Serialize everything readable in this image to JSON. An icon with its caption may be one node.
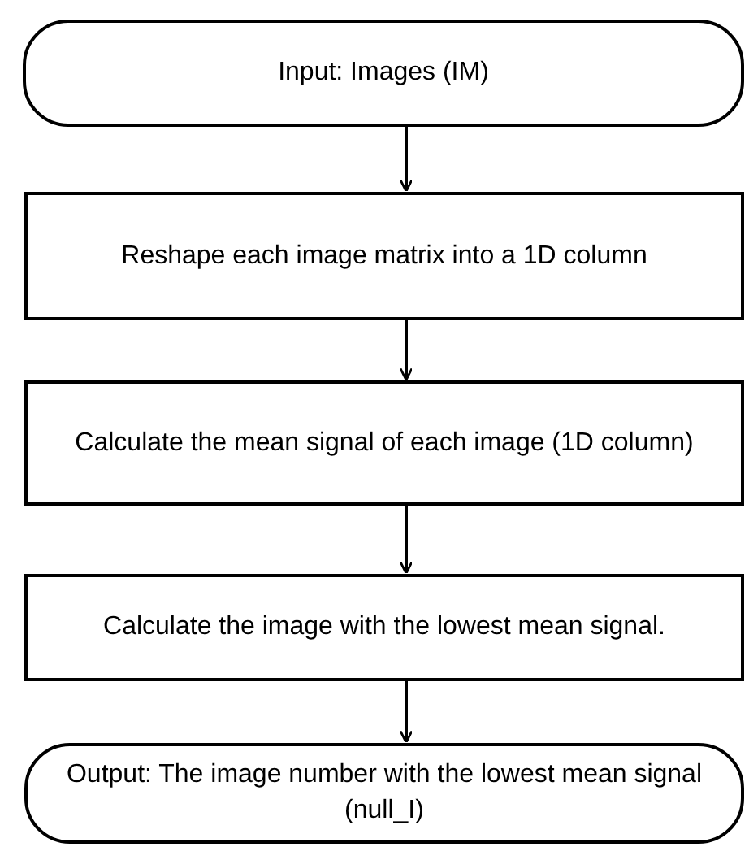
{
  "diagram": {
    "nodes": [
      {
        "text": [
          "Input: Images (IM)"
        ]
      },
      {
        "text": [
          "Reshape each image matrix into a 1D column"
        ]
      },
      {
        "text": [
          "Calculate the mean signal of each image (1D column)"
        ]
      },
      {
        "text": [
          "Calculate the image with the lowest mean signal."
        ]
      },
      {
        "text": [
          "Output: The image number with the lowest mean signal (null_I)"
        ]
      }
    ],
    "edges": [
      {
        "from": 0,
        "to": 1,
        "arrow": "to"
      },
      {
        "from": 1,
        "to": 2,
        "arrow": "to"
      },
      {
        "from": 2,
        "to": 3,
        "arrow": "to"
      },
      {
        "from": 3,
        "to": 4,
        "arrow": "to"
      }
    ]
  }
}
